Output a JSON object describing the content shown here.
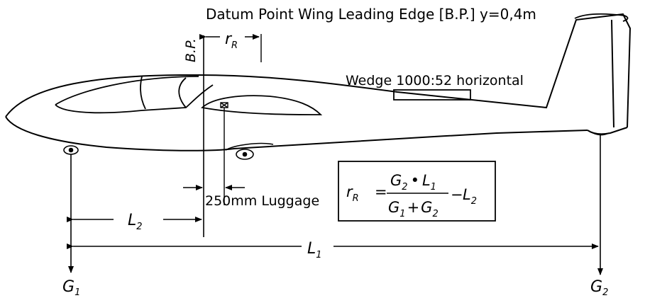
{
  "title": "Datum Point Wing Leading Edge [B.P.] y=0,4m",
  "bp_label": "B.P.",
  "wedge_label": "Wedge 1000:52 horizontal",
  "luggage_label": "250mm Luggage",
  "rR": {
    "main": "r",
    "sub": "R"
  },
  "L1": {
    "main": "L",
    "sub": "1"
  },
  "L2": {
    "main": "L",
    "sub": "2"
  },
  "G1": {
    "main": "G",
    "sub": "1"
  },
  "G2": {
    "main": "G",
    "sub": "2"
  },
  "formula": {
    "lhs_main": "r",
    "lhs_sub": "R",
    "equals": "=",
    "num_a_main": "G",
    "num_a_sub": "2",
    "num_dot": "•",
    "num_b_main": "L",
    "num_b_sub": "1",
    "den_a_main": "G",
    "den_a_sub": "1",
    "den_plus": "+",
    "den_b_main": "G",
    "den_b_sub": "2",
    "minus": "−",
    "rhs_main": "L",
    "rhs_sub": "2"
  }
}
